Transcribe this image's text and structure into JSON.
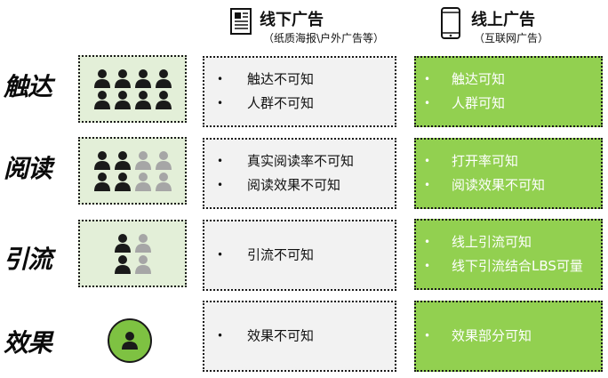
{
  "header": {
    "offline": {
      "icon": "newspaper-icon",
      "title": "线下广告",
      "subtitle": "（纸质海报\\户外广告等）"
    },
    "online": {
      "icon": "smartphone-icon",
      "title": "线上广告",
      "subtitle": "（互联网广告）"
    }
  },
  "rows": [
    {
      "label": "触达",
      "icon": {
        "type": "people-grid",
        "rows": [
          [
            "dark",
            "dark",
            "dark",
            "dark"
          ],
          [
            "dark",
            "dark",
            "dark",
            "dark"
          ]
        ]
      },
      "offline": [
        "触达不可知",
        "人群不可知"
      ],
      "online": [
        "触达可知",
        "人群可知"
      ]
    },
    {
      "label": "阅读",
      "icon": {
        "type": "people-grid",
        "rows": [
          [
            "dark",
            "dark",
            "gray",
            "gray"
          ],
          [
            "dark",
            "dark",
            "gray",
            "gray"
          ]
        ]
      },
      "offline": [
        "真实阅读率不可知",
        "阅读效果不可知"
      ],
      "online": [
        "打开率可知",
        "阅读效果不可知"
      ]
    },
    {
      "label": "引流",
      "icon": {
        "type": "people-grid",
        "rows": [
          [
            "dark",
            "gray"
          ],
          [
            "dark",
            "gray"
          ]
        ]
      },
      "offline": [
        "引流不可知"
      ],
      "online": [
        "线上引流可知",
        "线下引流结合LBS可量"
      ]
    },
    {
      "label": "效果",
      "icon": {
        "type": "person-circle"
      },
      "offline": [
        "效果不可知"
      ],
      "online": [
        "效果部分可知"
      ]
    }
  ],
  "bullet": "•",
  "colors": {
    "icon_box_bg": "#e3efd8",
    "offline_box_bg": "#f2f2f2",
    "online_box_bg": "#92d050",
    "online_text": "#ffffff",
    "person_dark": "#1a1a1a",
    "person_gray": "#a6a6a6",
    "circle_bg": "#7ec242"
  }
}
